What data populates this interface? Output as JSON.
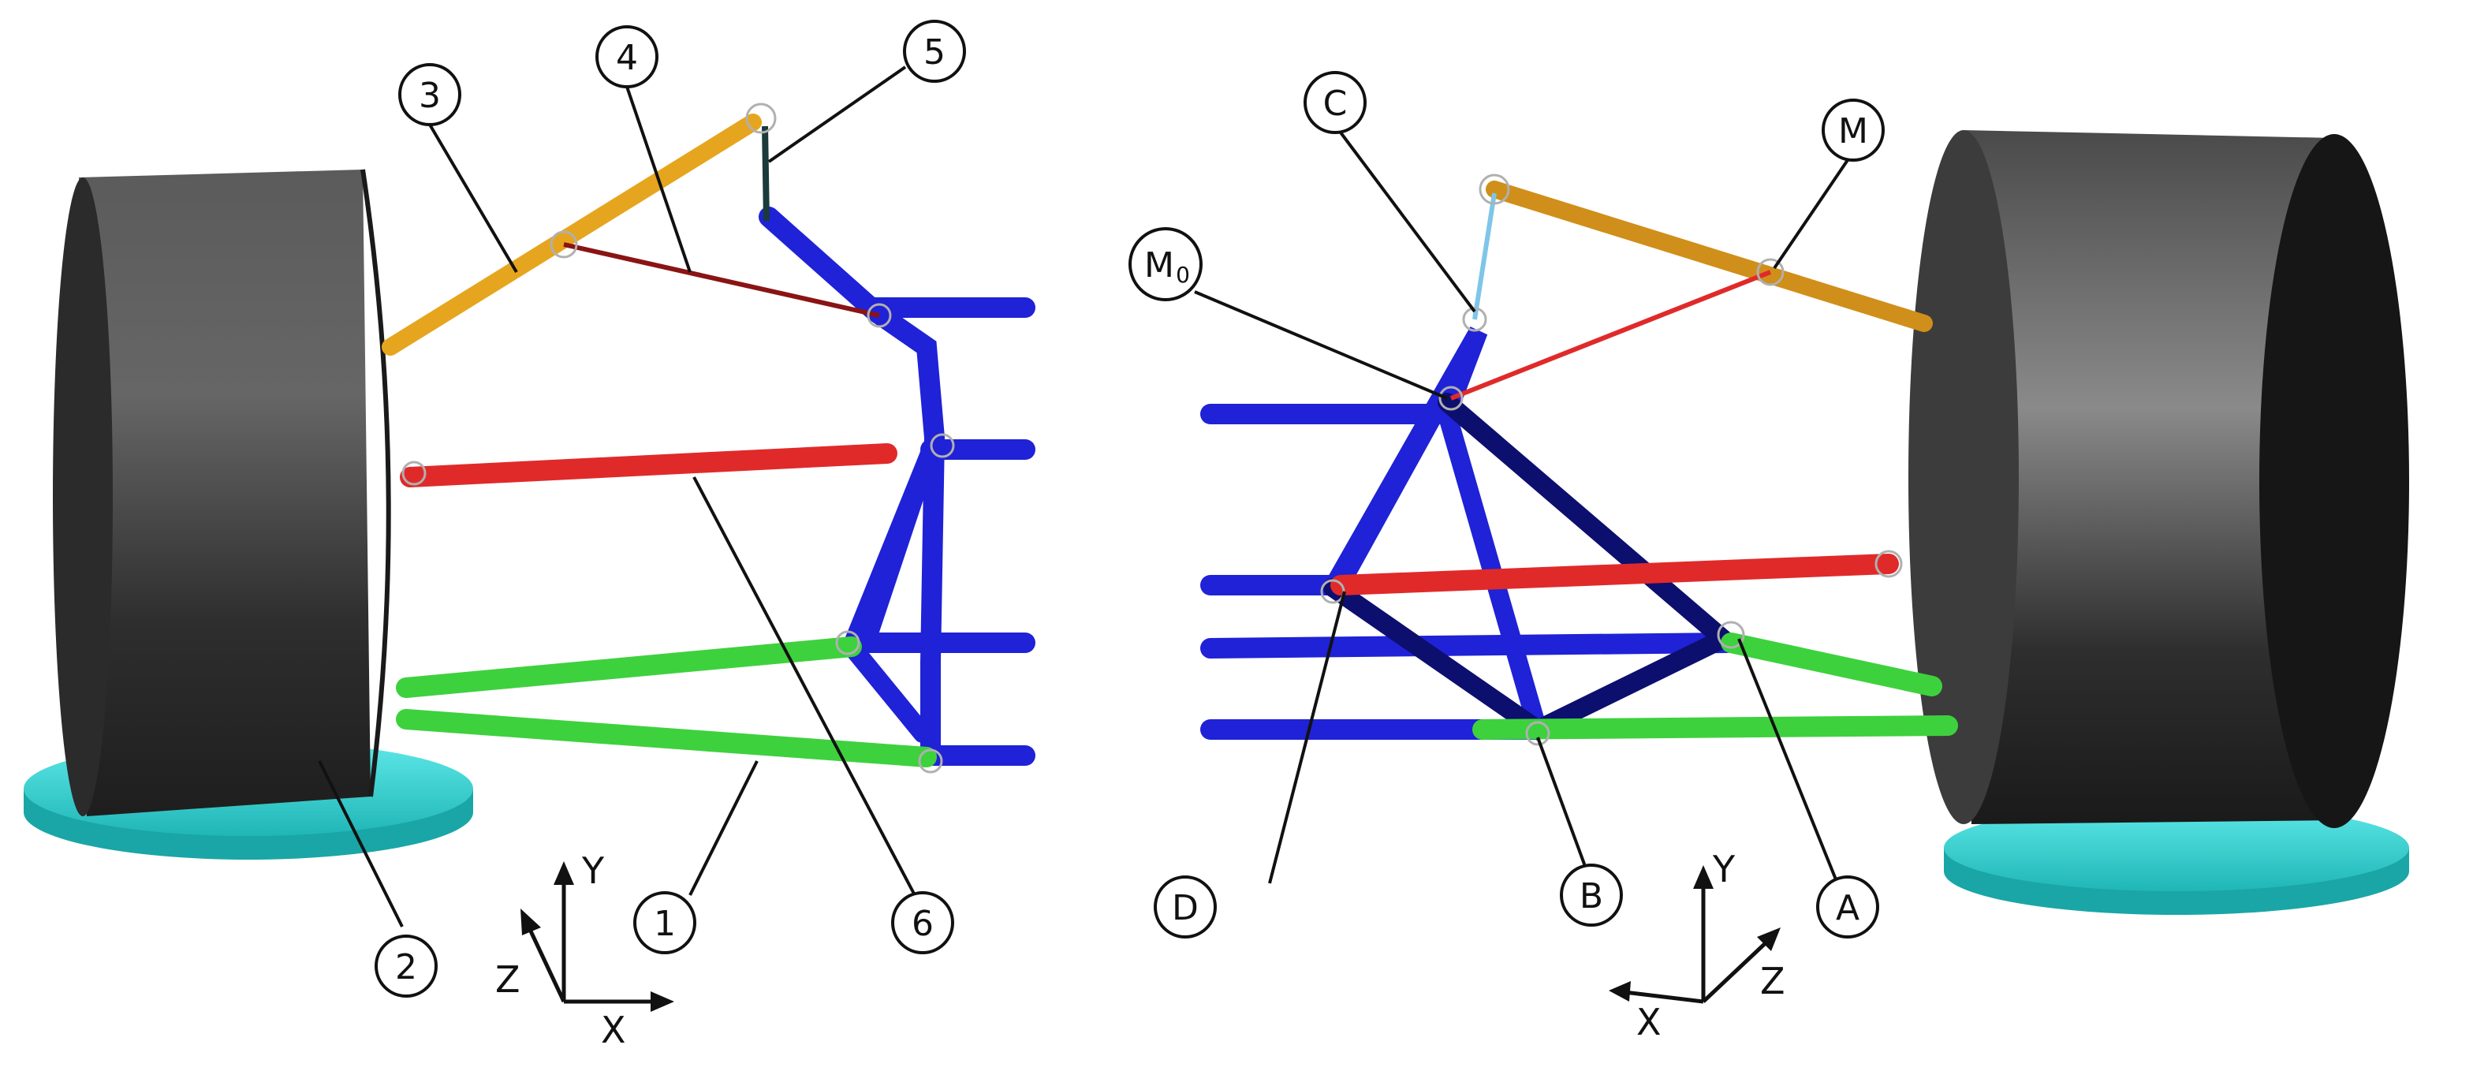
{
  "left_view": {
    "callouts": [
      "1",
      "2",
      "3",
      "4",
      "5",
      "6"
    ],
    "axes": {
      "y": "Y",
      "x": "X",
      "z": "Z"
    }
  },
  "right_view": {
    "callouts": {
      "c": "C",
      "m": "M",
      "m0": {
        "main": "M",
        "sub": "0"
      },
      "d": "D",
      "b": "B",
      "a": "A"
    },
    "axes": {
      "y": "Y",
      "x": "X",
      "z": "Z"
    }
  },
  "colors": {
    "wheel": "#3a3a3a",
    "wheel_face": "#262626",
    "ground_pad": "#35d4d4",
    "frame": "#1f22d6",
    "frame_dark": "#0c0f6e",
    "tie_rod": "#e02a2a",
    "upper_arm": "#e6a51e",
    "lower_arm": "#3ed13e",
    "pushrod": "#7ec6e8"
  }
}
